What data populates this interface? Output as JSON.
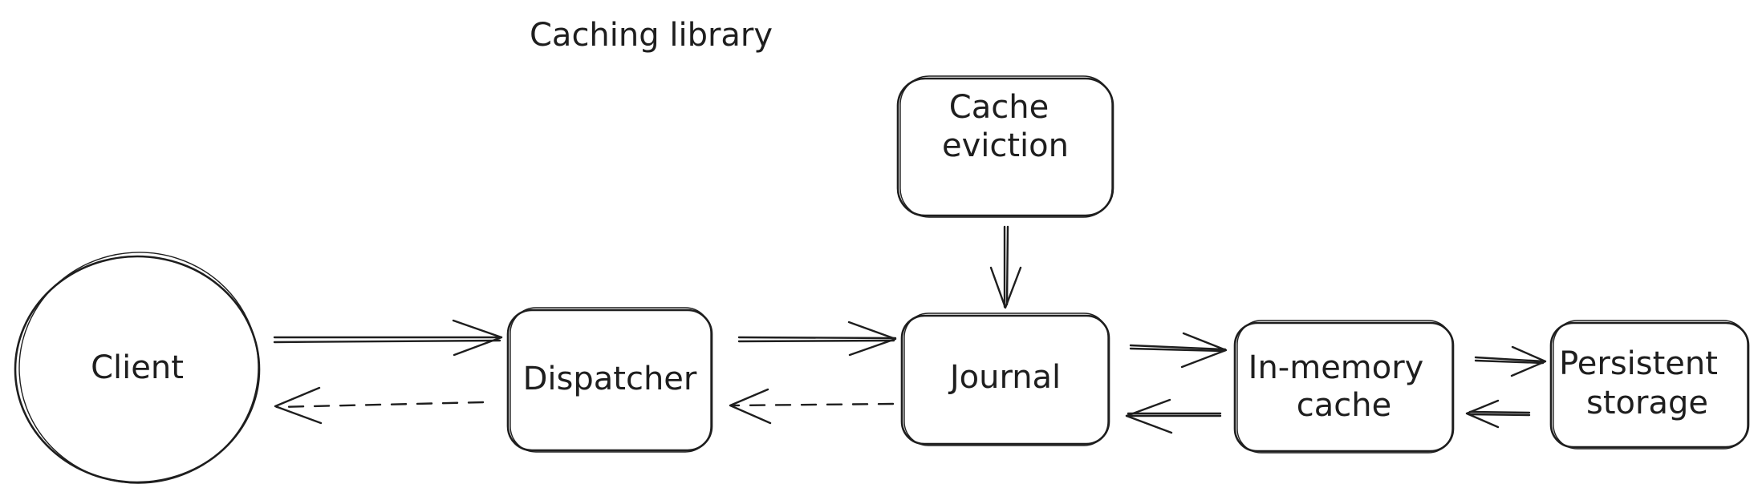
{
  "diagram": {
    "title": "Caching library",
    "nodes": {
      "client": "Client",
      "dispatcher": "Dispatcher",
      "journal": "Journal",
      "cache_eviction": [
        "Cache",
        "eviction"
      ],
      "in_memory_cache": [
        "In-memory",
        "cache"
      ],
      "persistent_storage": [
        "Persistent",
        "storage"
      ]
    },
    "edges": [
      {
        "from": "client",
        "to": "dispatcher",
        "style": "solid"
      },
      {
        "from": "dispatcher",
        "to": "client",
        "style": "dashed"
      },
      {
        "from": "dispatcher",
        "to": "journal",
        "style": "solid"
      },
      {
        "from": "journal",
        "to": "dispatcher",
        "style": "dashed"
      },
      {
        "from": "cache_eviction",
        "to": "journal",
        "style": "solid"
      },
      {
        "from": "journal",
        "to": "in_memory_cache",
        "style": "solid"
      },
      {
        "from": "in_memory_cache",
        "to": "journal",
        "style": "solid"
      },
      {
        "from": "in_memory_cache",
        "to": "persistent_storage",
        "style": "solid"
      },
      {
        "from": "persistent_storage",
        "to": "in_memory_cache",
        "style": "solid"
      }
    ],
    "colors": {
      "stroke": "#1e1e1e",
      "background": "#ffffff"
    }
  }
}
